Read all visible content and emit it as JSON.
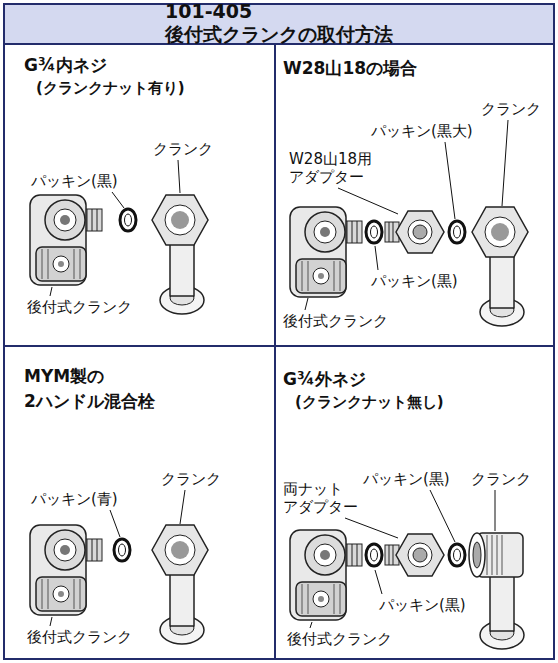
{
  "diagram": {
    "title": "101-405 後付式クランクの取付方法",
    "nodes": [
      {
        "text": [
          "G¾内ネジ",
          "(クランクナット有り)"
        ]
      },
      {
        "text": [
          "W28山18の場合"
        ]
      },
      {
        "text": [
          "MYM製の 2ハンドル混合栓"
        ]
      },
      {
        "text": [
          "G¾外ネジ",
          "(クランクナット無し)"
        ]
      }
    ],
    "labels": [
      "クランク",
      "パッキン(黒)",
      "後付式クランク",
      "クランク",
      "パッキン(黒大)",
      "W28山18用 アダプター",
      "パッキン(黒)",
      "後付式クランク",
      "クランク",
      "パッキン(青)",
      "後付式クランク",
      "クランク",
      "パッキン(黒)",
      "両ナット アダプター",
      "パッキン(黒)",
      "後付式クランク"
    ]
  }
}
